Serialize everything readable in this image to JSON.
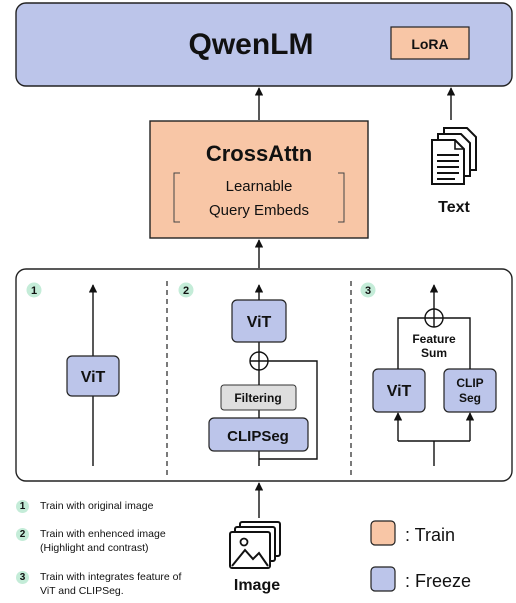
{
  "diagram": {
    "llm": {
      "label": "QwenLM",
      "adapter": "LoRA"
    },
    "cross_attn": {
      "title": "CrossAttn",
      "line1": "Learnable",
      "line2": "Query Embeds"
    },
    "text_input": {
      "label": "Text"
    },
    "image_input": {
      "label": "Image"
    },
    "options": [
      {
        "number": "1",
        "vit": "ViT"
      },
      {
        "number": "2",
        "vit": "ViT",
        "filter": "Filtering",
        "clipseg": "CLIPSeg"
      },
      {
        "number": "3",
        "vit": "ViT",
        "clip_line1": "CLIP",
        "clip_line2": "Seg",
        "sum_line1": "Feature",
        "sum_line2": "Sum"
      }
    ],
    "notes": [
      {
        "number": "1",
        "line1": "Train with original image",
        "line2": ""
      },
      {
        "number": "2",
        "line1": "Train with enhenced image",
        "line2": "(Highlight and contrast)"
      },
      {
        "number": "3",
        "line1": "Train with integrates feature of",
        "line2": "ViT and CLIPSeg."
      }
    ],
    "legend": [
      {
        "label": ": Train",
        "color": "#f8c6a6"
      },
      {
        "label": ": Freeze",
        "color": "#bcc5ea"
      }
    ]
  }
}
